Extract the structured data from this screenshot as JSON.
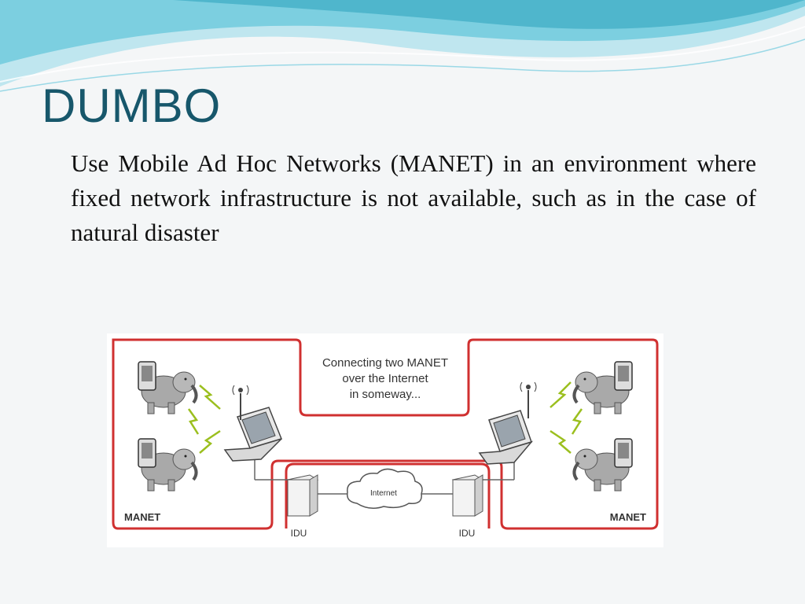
{
  "slide": {
    "title": "DUMBO",
    "body": "Use Mobile Ad Hoc Networks (MANET) in an environment where fixed network infrastructure is not available, such as in the case of natural disaster"
  },
  "diagram": {
    "caption_lines": [
      "Connecting two MANET",
      "over the Internet",
      "in someway..."
    ],
    "left_region_label": "MANET",
    "right_region_label": "MANET",
    "cloud_label": "Internet",
    "left_device_label": "IDU",
    "right_device_label": "IDU"
  },
  "colors": {
    "title": "#17576b",
    "boundary_red": "#d03030",
    "wave_light": "#bfe6ef",
    "wave_dark": "#5fbfd3",
    "elephant": "#a9a9a9"
  }
}
